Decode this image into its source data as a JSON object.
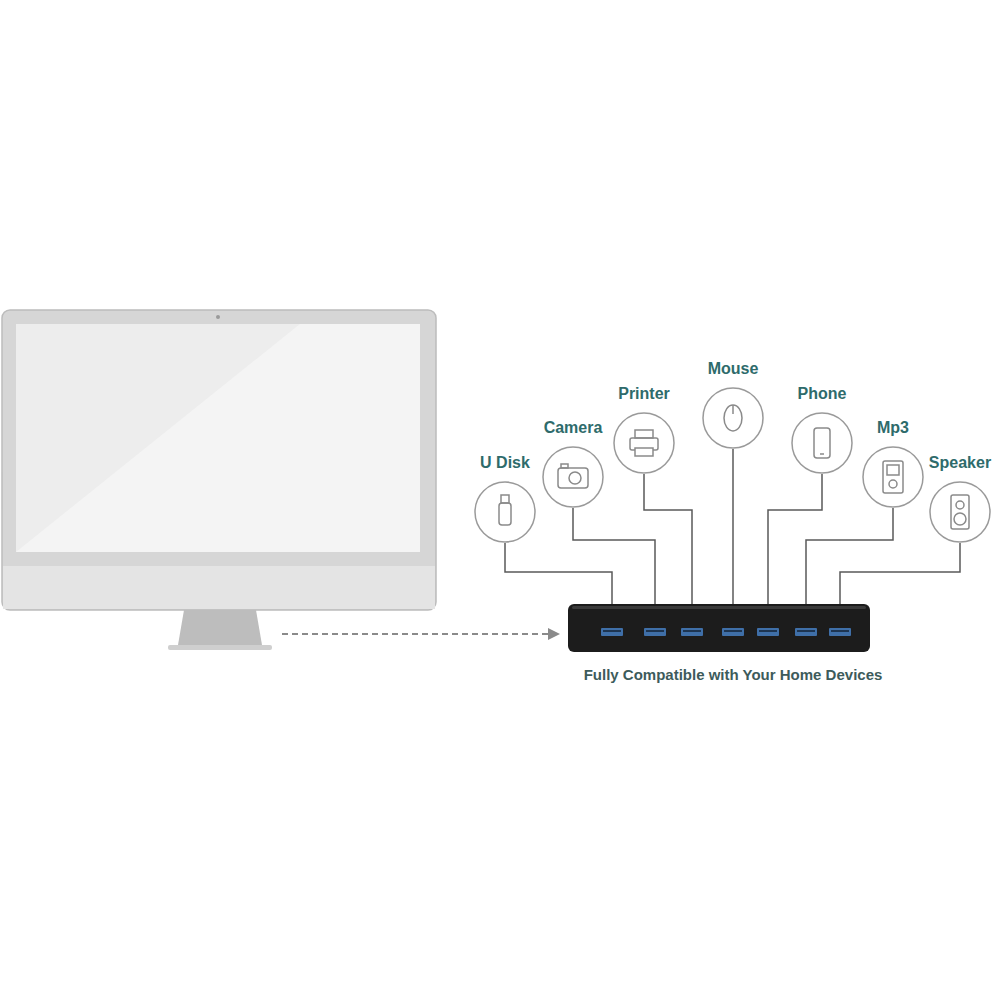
{
  "diagram": {
    "nodes": [
      {
        "text": [
          "U Disk"
        ]
      },
      {
        "text": [
          "Camera"
        ]
      },
      {
        "text": [
          "Printer"
        ]
      },
      {
        "text": [
          "Mouse"
        ]
      },
      {
        "text": [
          "Phone"
        ]
      },
      {
        "text": [
          "Mp3"
        ]
      },
      {
        "text": [
          "Speaker"
        ]
      },
      {
        "text": [
          "Fully Compatible with Your Home Devices"
        ]
      }
    ],
    "edges": [
      {
        "from": 0,
        "to": 7,
        "arrow": "none"
      },
      {
        "from": 1,
        "to": 7,
        "arrow": "none"
      },
      {
        "from": 2,
        "to": 7,
        "arrow": "none"
      },
      {
        "from": 3,
        "to": 7,
        "arrow": "none"
      },
      {
        "from": 4,
        "to": 7,
        "arrow": "none"
      },
      {
        "from": 5,
        "to": 7,
        "arrow": "none"
      },
      {
        "from": 6,
        "to": 7,
        "arrow": "none"
      }
    ]
  }
}
